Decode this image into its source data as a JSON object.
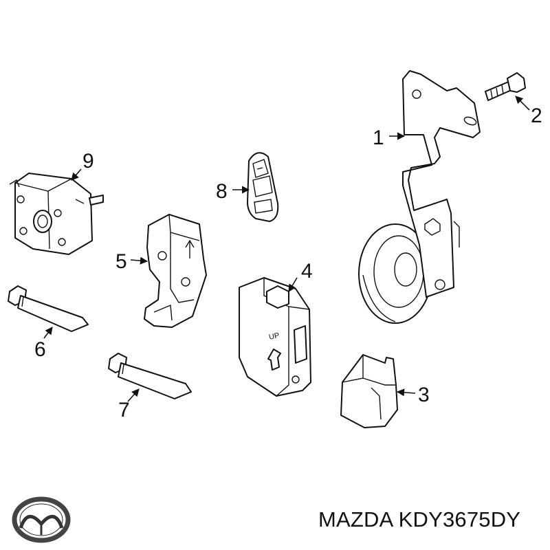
{
  "callouts": [
    "1",
    "2",
    "3",
    "4",
    "5",
    "6",
    "7",
    "8",
    "9"
  ],
  "component_marking": "UP",
  "caption": "MAZDA KDY3675DY",
  "brand_logo": "mazda-logo"
}
